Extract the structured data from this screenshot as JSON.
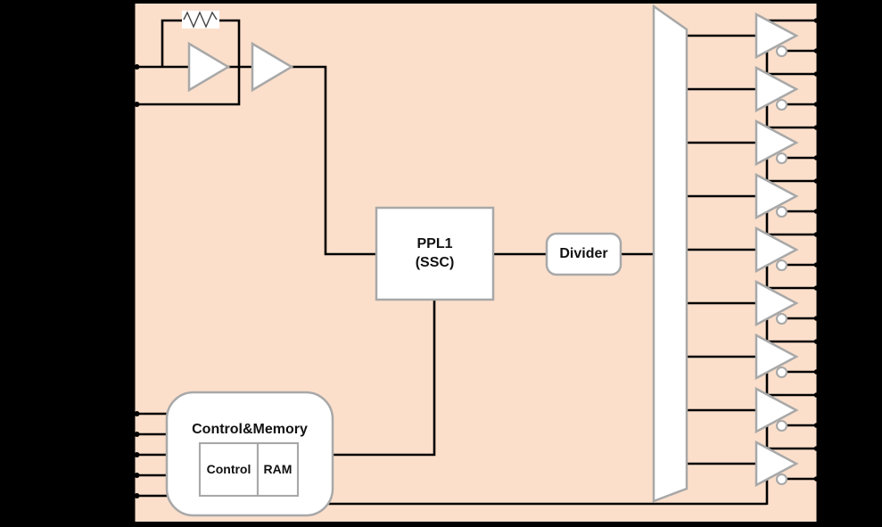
{
  "colors": {
    "canvas_bg": "#000000",
    "chip_fill": "#fbdfcb",
    "chip_border": "#000000",
    "block_fill": "#ffffff",
    "block_border": "#a8a8a8",
    "wire": "#000000"
  },
  "blocks": {
    "pll": {
      "line1": "PPL1",
      "line2": "(SSC)"
    },
    "divider": {
      "label": "Divider"
    },
    "control_memory": {
      "title": "Control&Memory",
      "control_label": "Control",
      "ram_label": "RAM"
    }
  },
  "oscillator": {
    "left_pin_count": 2,
    "amplifier_count": 2,
    "has_feedback_resistor": true
  },
  "mux": {
    "shape": "trapezoid",
    "output_taps": 9
  },
  "output_buffers": {
    "count": 9,
    "differential": true,
    "inverting_bubble": true,
    "total_right_edge_pins": 18
  },
  "control_pins": {
    "count": 5
  }
}
